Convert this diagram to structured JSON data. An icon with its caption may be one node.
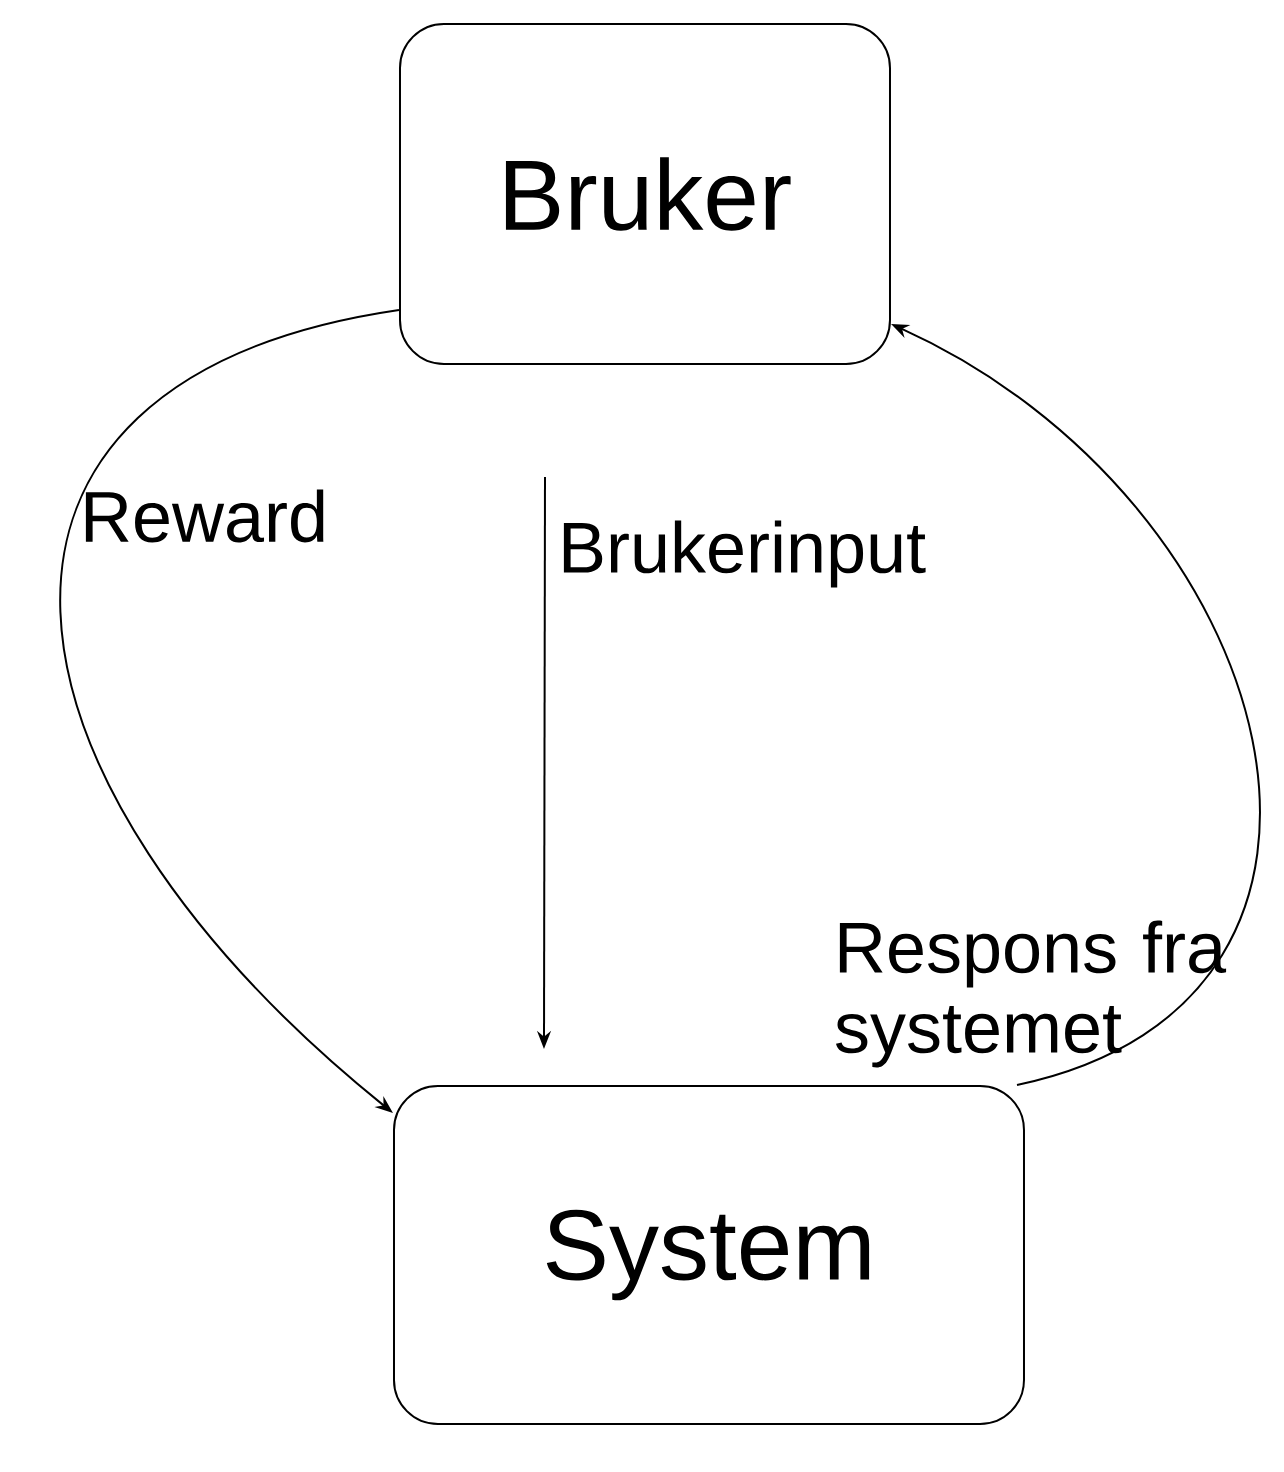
{
  "diagram": {
    "nodes": [
      {
        "text": [
          "Bruker"
        ]
      },
      {
        "text": [
          "System"
        ]
      }
    ],
    "edges": [
      {
        "from": 0,
        "to": 1,
        "arrow": "to",
        "label": "Reward"
      },
      {
        "from": 0,
        "to": 1,
        "arrow": "to",
        "label": "Brukerinput"
      },
      {
        "from": 1,
        "to": 0,
        "arrow": "to",
        "label": "Respons fra systemet"
      }
    ]
  }
}
